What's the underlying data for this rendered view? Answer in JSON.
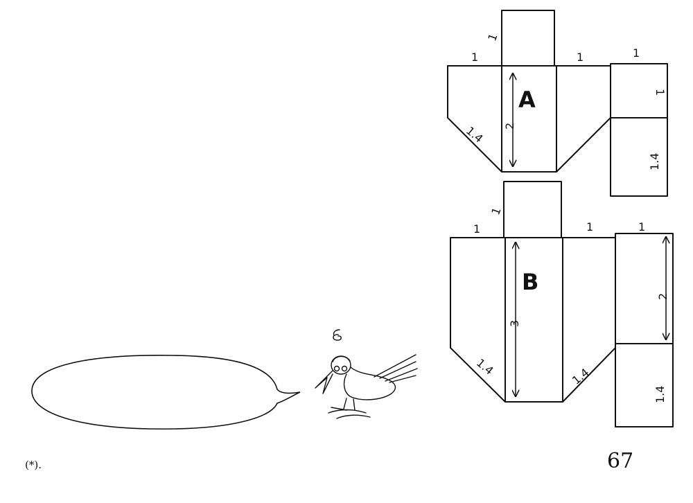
{
  "page": {
    "number": "67",
    "footnote": "(*)."
  },
  "net_a": {
    "name": "A",
    "labels": {
      "top_square_side": "1",
      "left_flap_top": "1",
      "right_flap_top": "1",
      "side_panel_top": "1",
      "side_square": "1",
      "side_lower": "1.4",
      "slant_left": "1.4",
      "height": "2"
    }
  },
  "net_b": {
    "name": "B",
    "labels": {
      "top_square_side": "1",
      "left_flap_top": "1",
      "right_flap_top": "1",
      "side_panel_top": "1",
      "side_upper": "2",
      "side_lower": "1.4",
      "slant_left": "1.4",
      "slant_right": "1.4",
      "height": "3"
    }
  },
  "speech_bubble": {
    "text": ""
  },
  "icons": {
    "bird": "bird-icon",
    "dizzy": "dizzy-swirl-icon"
  },
  "colors": {
    "ink": "#111111",
    "paper": "#ffffff"
  }
}
